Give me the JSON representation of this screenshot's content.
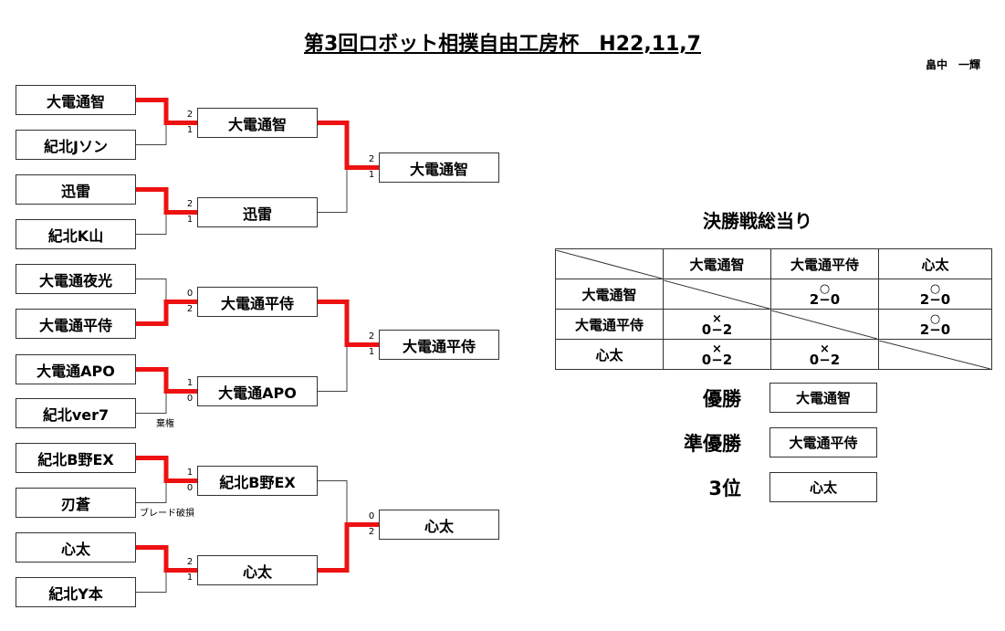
{
  "title": "第3回ロボット相撲自由工房杯　H22,11,7",
  "author": "畠中　一輝",
  "round1": [
    "大電通智",
    "紀北Jソン",
    "迅雷",
    "紀北K山",
    "大電通夜光",
    "大電通平侍",
    "大電通APO",
    "紀北ver7",
    "紀北B野EX",
    "刃蒼",
    "心太",
    "紀北Y本"
  ],
  "round2": [
    "大電通智",
    "迅雷",
    "大電通平侍",
    "大電通APO",
    "紀北B野EX",
    "心太"
  ],
  "round3": [
    "大電通智",
    "大電通平侍",
    "心太"
  ],
  "scores_r1": [
    "2",
    "1",
    "2",
    "1",
    "0",
    "2",
    "1",
    "0",
    "1",
    "0",
    "2",
    "1"
  ],
  "scores_r2": [
    "2",
    "1",
    "2",
    "1",
    "0",
    "2"
  ],
  "notes": {
    "kiken": "棄権",
    "blade": "ブレード破損"
  },
  "final": {
    "title": "決勝戦総当り",
    "headers": [
      "大電通智",
      "大電通平侍",
      "心太"
    ],
    "rows": [
      {
        "name": "大電通智",
        "cells": [
          "",
          "○|2−0",
          "○|2−0"
        ]
      },
      {
        "name": "大電通平侍",
        "cells": [
          "×|0−2",
          "",
          "○|2−0"
        ]
      },
      {
        "name": "心太",
        "cells": [
          "×|0−2",
          "×|0−2",
          ""
        ]
      }
    ]
  },
  "ranking": [
    {
      "label": "優勝",
      "name": "大電通智"
    },
    {
      "label": "準優勝",
      "name": "大電通平侍"
    },
    {
      "label": "3位",
      "name": "心太"
    }
  ],
  "colors": {
    "win_line": "#ee1111",
    "line": "#444444"
  }
}
